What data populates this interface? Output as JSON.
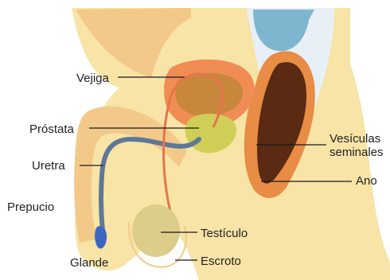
{
  "labels": {
    "vejiga": "Vejiga",
    "prostata": "Próstata",
    "uretra": "Uretra",
    "prepucio": "Prepucio",
    "glande": "Glande",
    "vesiculas_line1": "Vesículas",
    "vesiculas_line2": "seminales",
    "ano": "Ano",
    "testiculo": "Testículo",
    "escroto": "Escroto"
  },
  "colors": {
    "skin": "#f7e4a6",
    "skin_dark": "#f3c98a",
    "pelvic_cavity": "#e8f0f6",
    "bowel_light": "#7fb6cf",
    "rectum_outer": "#e88c46",
    "rectum_inner": "#5a2a12",
    "bladder_wall": "#f08d55",
    "bladder_inner": "#c9873d",
    "prostate": "#cfcf58",
    "urethra": "#5d7898",
    "vas_deferens": "#e8734a",
    "glans": "#3d66c2",
    "testicle": "#dccd8a",
    "leader_line": "#1a1a1a"
  }
}
